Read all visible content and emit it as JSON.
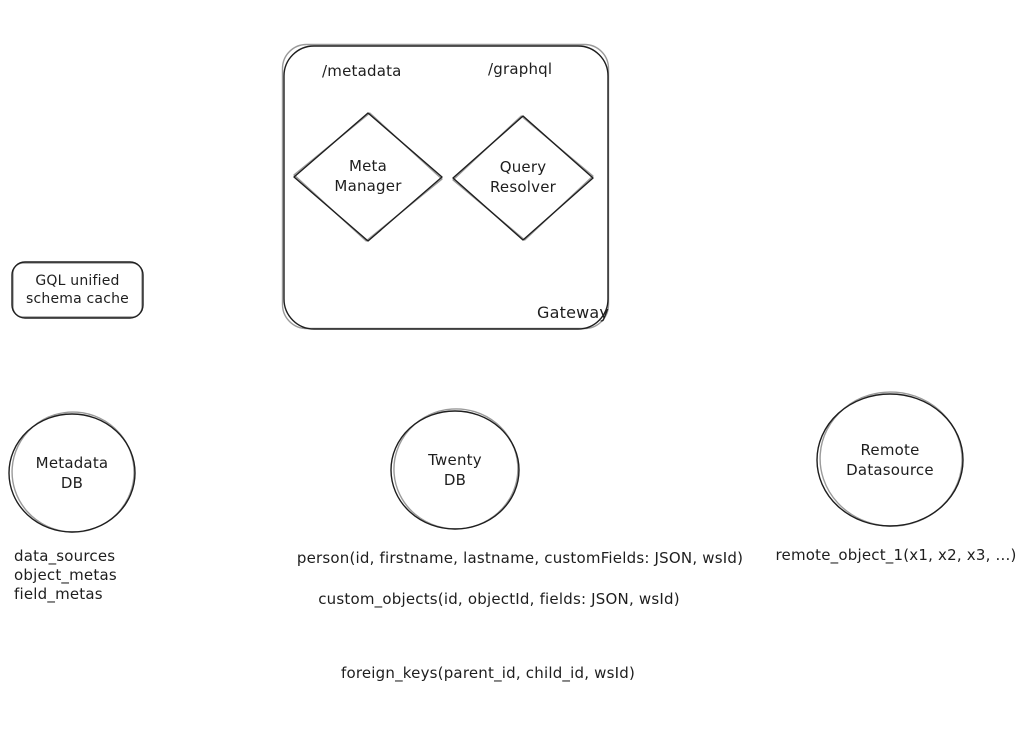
{
  "gateway": {
    "label": "Gateway",
    "routes": {
      "metadata": "/metadata",
      "graphql": "/graphql"
    },
    "meta_manager": {
      "line1": "Meta",
      "line2": "Manager"
    },
    "query_resolver": {
      "line1": "Query",
      "line2": "Resolver"
    }
  },
  "cache": {
    "line1": "GQL unified",
    "line2": "schema cache"
  },
  "metadata_db": {
    "name_line1": "Metadata",
    "name_line2": "DB",
    "tables": [
      "data_sources",
      "object_metas",
      "field_metas"
    ]
  },
  "twenty_db": {
    "name_line1": "Twenty",
    "name_line2": "DB",
    "tables": [
      "person(id, firstname, lastname, customFields: JSON, wsId)",
      "custom_objects(id, objectId, fields: JSON, wsId)",
      "foreign_keys(parent_id, child_id, wsId)"
    ]
  },
  "remote_datasource": {
    "name_line1": "Remote",
    "name_line2": "Datasource",
    "tables": [
      "remote_object_1(x1, x2, x3, ...)"
    ]
  },
  "colors": {
    "stroke": "#1e1e1e",
    "background": "#ffffff"
  }
}
